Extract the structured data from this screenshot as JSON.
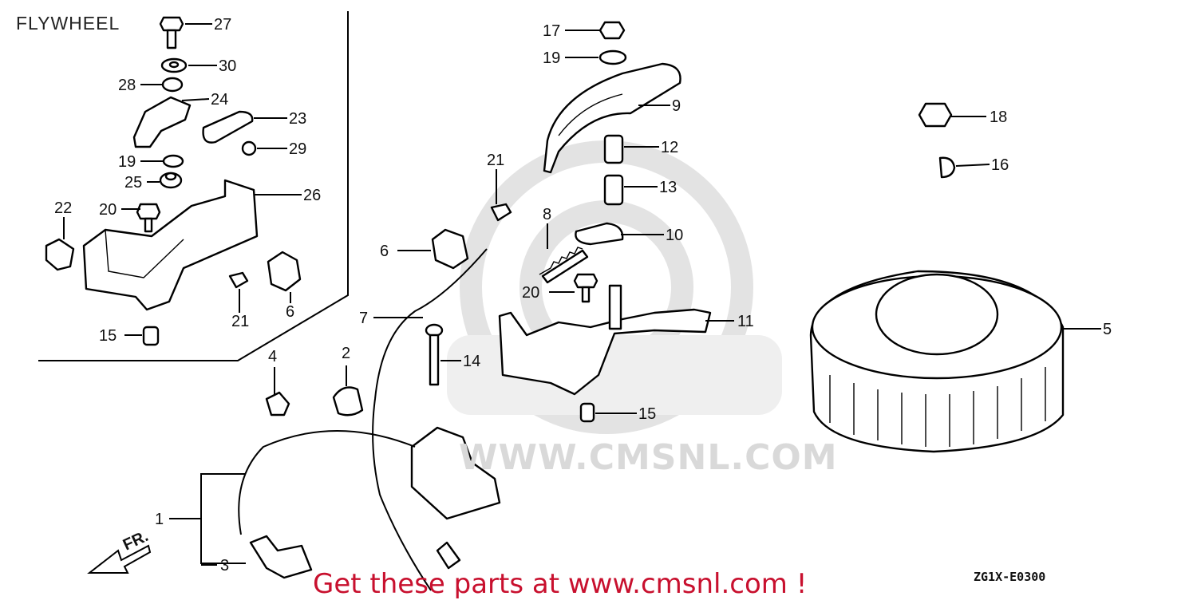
{
  "title": "FLYWHEEL",
  "promo": "Get these parts at www.cmsnl.com !",
  "diagram_code": "ZG1X-E0300",
  "watermark": {
    "text": "WWW.CMSNL.COM",
    "color": "#d9d9d9"
  },
  "direction_label": "FR.",
  "promo_color": "#c8102e",
  "callouts": [
    "27",
    "30",
    "28",
    "24",
    "23",
    "29",
    "19",
    "25",
    "26",
    "22",
    "20",
    "6",
    "21",
    "15",
    "17",
    "19",
    "9",
    "12",
    "13",
    "10",
    "8",
    "21",
    "6",
    "20",
    "11",
    "7",
    "14",
    "15",
    "18",
    "16",
    "5",
    "4",
    "2",
    "1",
    "3"
  ]
}
